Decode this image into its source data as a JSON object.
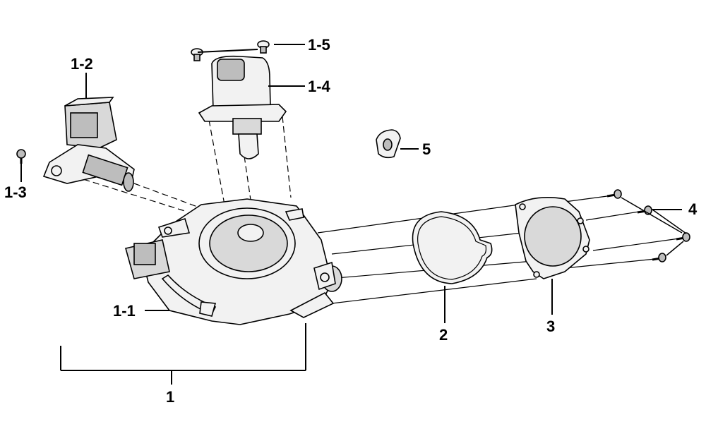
{
  "diagram": {
    "labels": {
      "main_assembly": "1",
      "sensor": "1-1",
      "connector_sensor": "1-2",
      "screw_sensor": "1-3",
      "idle_valve": "1-4",
      "screw_valve": "1-5",
      "o_ring": "2",
      "gasket": "3",
      "bolts": "4",
      "cap": "5"
    }
  }
}
